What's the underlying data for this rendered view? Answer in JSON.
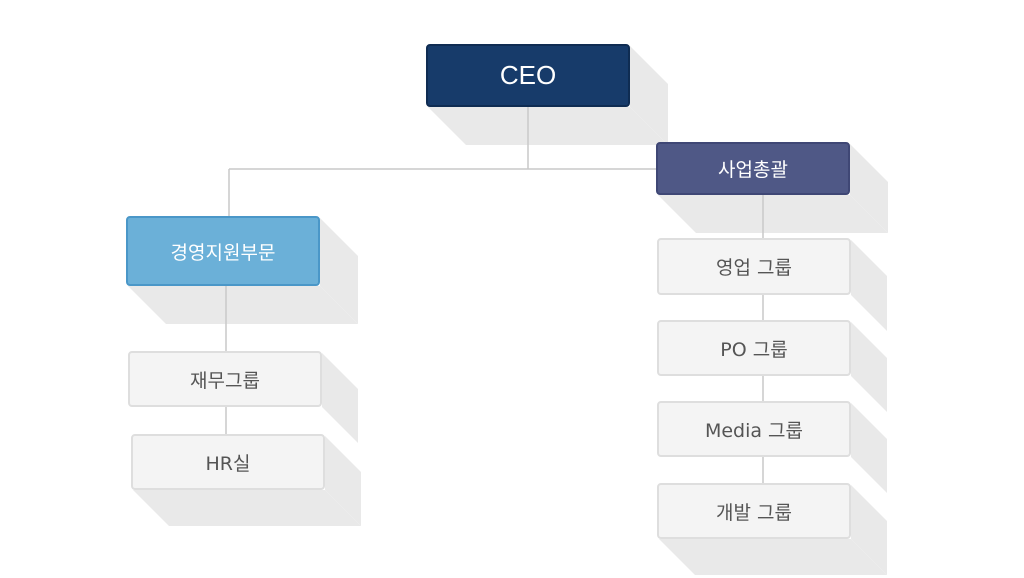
{
  "org_chart": {
    "ceo": "CEO",
    "business_division": "사업총괄",
    "management_division": "경영지원부문",
    "management_groups": [
      "재무그룹",
      "HR실"
    ],
    "business_groups": [
      "영업 그룹",
      "PO 그룹",
      "Media 그룹",
      "개발 그룹"
    ]
  },
  "colors": {
    "ceo": "#173b6a",
    "business_division": "#4f5886",
    "management_division": "#6bb0d8",
    "group": "#f4f4f4",
    "connector": "#c9c9c9"
  }
}
